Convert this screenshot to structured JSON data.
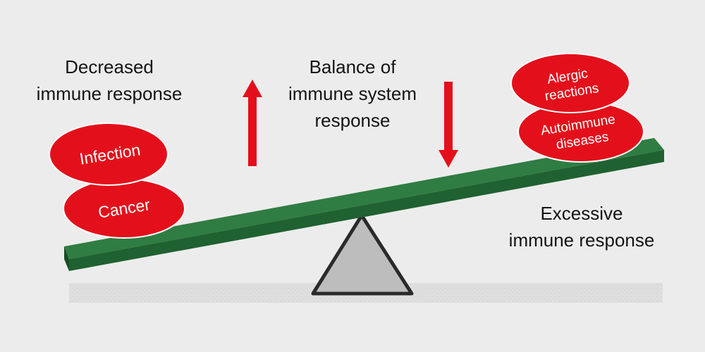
{
  "captions": {
    "decreased": "Decreased\nimmune response",
    "balance": "Balance of\nimmune system\nresponse",
    "excessive": "Excessive\nimmune response"
  },
  "conditions": {
    "infection": "Infection",
    "cancer": "Cancer",
    "alergic": "Alergic\nreactions",
    "autoimmune": "Autoimmune\ndiseases"
  },
  "colors": {
    "background": "#ececec",
    "beam": "#27703a",
    "ellipse": "#e3101b",
    "arrow": "#e3101b",
    "fulcrum": "#bdbdbd"
  }
}
